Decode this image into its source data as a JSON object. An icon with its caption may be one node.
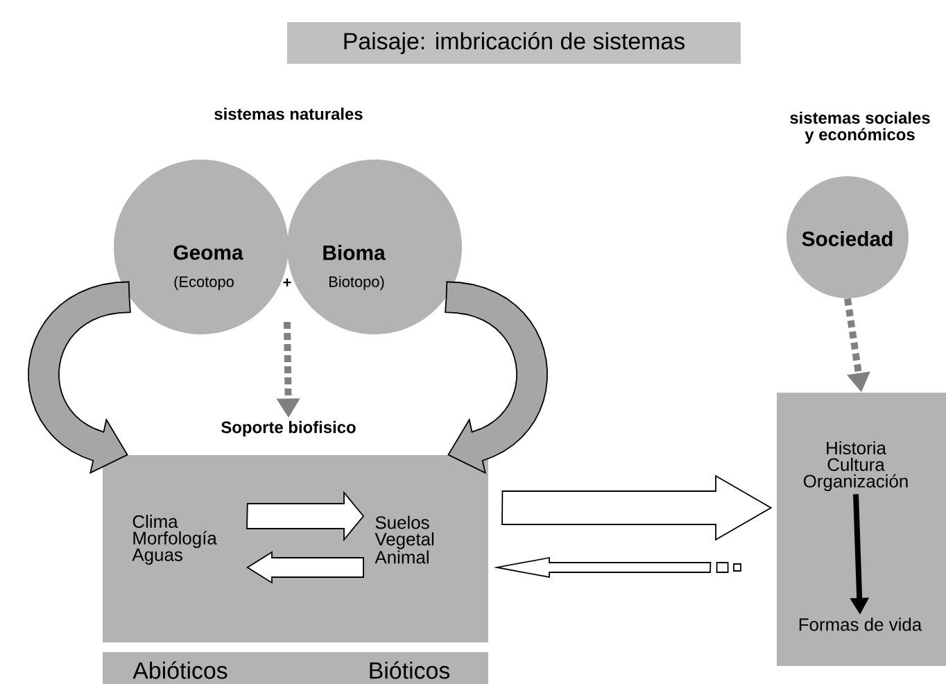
{
  "diagram": {
    "title": "Paisaje: imbricación de sistemas",
    "nodes": [
      {
        "text": [],
        "shape": "box"
      },
      {
        "text": [
          "Geoma",
          "(Ecotopo"
        ]
      },
      {
        "text": [
          "Bioma",
          "Biotopo)"
        ]
      },
      {
        "text": [
          "Soporte biofisico"
        ]
      },
      {
        "text": [],
        "shape": "box"
      },
      {
        "text": [
          "Clima Morfología Aguas"
        ],
        "in": 4
      },
      {
        "text": [
          "Suelos Vegetal Animal"
        ],
        "in": 4
      },
      {
        "text": [
          "Abióticos",
          "Bióticos"
        ]
      },
      {
        "text": [
          "Sociedad"
        ]
      },
      {
        "text": [],
        "shape": "box"
      },
      {
        "text": [
          "Historia Cultura Organización"
        ],
        "in": 9
      },
      {
        "text": [
          "Formas de vida"
        ],
        "in": 9
      }
    ],
    "edges": [
      {
        "from": null,
        "to": 3,
        "arrow": "to",
        "style": "dashed",
        "color": "#808080"
      },
      {
        "from": 1,
        "to": 4,
        "arrow": "to"
      },
      {
        "from": 2,
        "to": 4,
        "arrow": "to"
      },
      {
        "from": 5,
        "to": 6,
        "arrow": "to"
      },
      {
        "from": 6,
        "to": 5,
        "arrow": "to"
      },
      {
        "from": 4,
        "to": 9,
        "arrow": "to"
      },
      {
        "from": 9,
        "to": 4,
        "arrow": "to"
      },
      {
        "from": 8,
        "to": 9,
        "arrow": "to",
        "style": "dashed",
        "color": "#808080"
      },
      {
        "from": 10,
        "to": 11,
        "arrow": "to",
        "color": "#000000"
      }
    ],
    "labels": [
      "sistemas naturales",
      "+",
      "sistemas sociales y económicos"
    ]
  }
}
